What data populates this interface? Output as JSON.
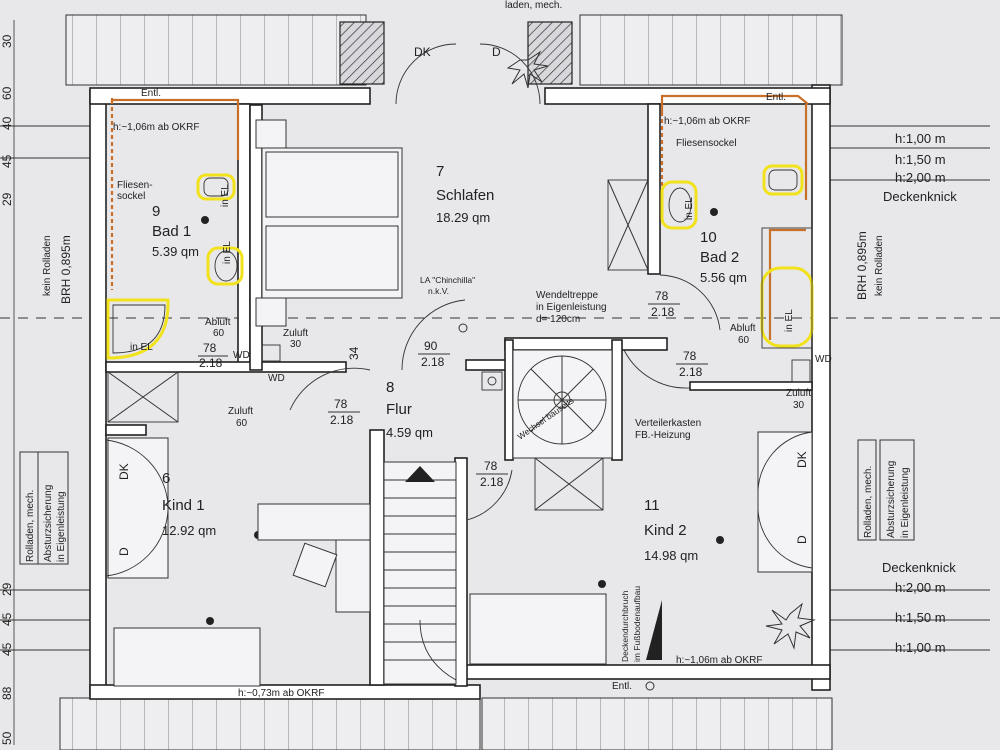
{
  "rooms": {
    "schlafen": {
      "num": "7",
      "name": "Schlafen",
      "area": "18.29 qm"
    },
    "bad1": {
      "num": "9",
      "name": "Bad 1",
      "area": "5.39 qm"
    },
    "bad2": {
      "num": "10",
      "name": "Bad 2",
      "area": "5.56 qm"
    },
    "flur": {
      "num": "8",
      "name": "Flur",
      "area": "4.59 qm"
    },
    "kind1": {
      "num": "6",
      "name": "Kind 1",
      "area": "12.92 qm"
    },
    "kind2": {
      "num": "11",
      "name": "Kind 2",
      "area": "14.98 qm"
    }
  },
  "labels": {
    "top_cut": "laden, mech.",
    "dk": "DK",
    "d": "D",
    "entl": "Entl.",
    "h_okrf_left": "h:~1,06m ab OKRF",
    "h_okrf_right": "h:~1,06m ab OKRF",
    "h_okrf_bottom": "h:~1,06m ab OKRF",
    "h_okrf_kind1": "h:~0,73m ab OKRF",
    "fliesensockel_1": "Fliesen-",
    "fliesensockel_2": "sockel",
    "fliesensockel": "Fliesensockel",
    "in_el": "in EL",
    "abluft": "Abluft",
    "abluft_val": "60",
    "zuluft": "Zuluft",
    "zuluft_30": "30",
    "zuluft_60": "60",
    "wd": "WD",
    "la_1": "LA \"Chinchilla\"",
    "la_2": "n.k.V.",
    "wendel_1": "Wendeltreppe",
    "wendel_2": "in Eigenleistung",
    "wendel_3": "d= 120cm",
    "wechsel": "Wechsel bauseits",
    "verteiler_1": "Verteilerkasten",
    "verteiler_2": "FB.-Heizung",
    "deckendurch_1": "Deckendurchbruch",
    "deckendurch_2": "im Fußbodenaufbau",
    "kein_rolladen": "kein Rolladen",
    "brh": "BRH 0,895m",
    "rolladen_mech": "Rolladen, mech.",
    "absturz_1": "Absturzsicherung",
    "absturz_2": "in Eigenleistung",
    "d34": "34"
  },
  "doors": {
    "d78": "78",
    "d218": "2.18",
    "d90": "90"
  },
  "heights": {
    "h100": "h:1,00 m",
    "h150": "h:1,50 m",
    "h200": "h:2,00 m",
    "deckenknick": "Deckenknick"
  },
  "left_dims": [
    "30",
    "60",
    "40",
    "45",
    "29",
    "29",
    "45",
    "45",
    "88",
    "50"
  ]
}
